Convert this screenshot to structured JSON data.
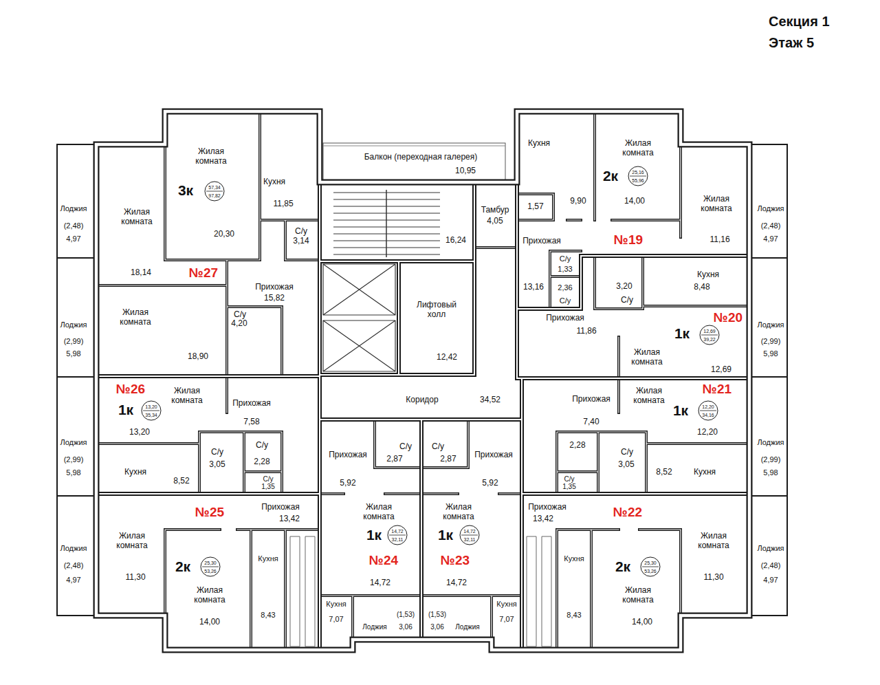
{
  "diagram": {
    "title": "Секция 1 Этаж 5",
    "nodes": [
      {
        "text": [
          "Лоджия",
          "(2,48)",
          "4,97"
        ]
      },
      {
        "text": [
          "Лоджия",
          "(2,99)",
          "5,98"
        ]
      },
      {
        "text": [
          "Лоджия",
          "(2,99)",
          "5,98"
        ]
      },
      {
        "text": [
          "Лоджия",
          "(2,48)",
          "4,97"
        ]
      },
      {
        "text": [
          "Жилая комната",
          "18,14"
        ]
      },
      {
        "text": [
          "Жилая комната",
          "20,30"
        ]
      },
      {
        "text": [
          "57,34",
          "97,82"
        ],
        "in": 5
      },
      {
        "text": [
          "Кухня",
          "11,85"
        ]
      },
      {
        "text": [
          "С/у",
          "3,14"
        ]
      },
      {
        "text": [
          "Прихожая",
          "15,82"
        ]
      },
      {
        "text": [
          "С/у",
          "4,20"
        ]
      },
      {
        "text": [
          "Жилая комната",
          "18,90"
        ]
      },
      {
        "text": [
          "Балкон (переходная галерея)",
          "10,95"
        ]
      },
      {
        "text": [
          "16,24"
        ]
      },
      {
        "text": [
          "Тамбур",
          "4,05"
        ]
      },
      {
        "text": [
          "Лифтовый холл",
          "12,42"
        ]
      },
      {
        "text": [
          "Кухня",
          "9,90"
        ]
      },
      {
        "text": [
          "1,57"
        ]
      },
      {
        "text": [
          "Жилая комната",
          "14,00"
        ]
      },
      {
        "text": [
          "25,16",
          "55,96"
        ],
        "in": 18
      },
      {
        "text": [
          "Жилая комната",
          "11,16"
        ]
      },
      {
        "text": [
          "Прихожая",
          "13,16"
        ]
      },
      {
        "text": [
          "С/у",
          "1,33"
        ]
      },
      {
        "text": [
          "2,36",
          "С/у"
        ]
      },
      {
        "text": [
          "3,20",
          "С/у"
        ]
      },
      {
        "text": [
          "Кухня",
          "8,48"
        ]
      },
      {
        "text": [
          "Прихожая",
          "11,86"
        ]
      },
      {
        "text": [
          "Жилая комната",
          "12,69"
        ]
      },
      {
        "text": [
          "12,69",
          "39,22"
        ],
        "in": 27
      },
      {
        "text": [
          "Жилая комната",
          "13,20"
        ]
      },
      {
        "text": [
          "13,20",
          "35,34"
        ],
        "in": 29
      },
      {
        "text": [
          "Прихожая",
          "7,58"
        ]
      },
      {
        "text": [
          "Коридор",
          "34,52"
        ]
      },
      {
        "text": [
          "Прихожая",
          "7,40"
        ]
      },
      {
        "text": [
          "Жилая комната",
          "12,20"
        ]
      },
      {
        "text": [
          "12,20",
          "34,16"
        ],
        "in": 34
      },
      {
        "text": [
          "С/у",
          "3,05"
        ]
      },
      {
        "text": [
          "С/у",
          "2,28"
        ]
      },
      {
        "text": [
          "С/у",
          "1,35"
        ]
      },
      {
        "text": [
          "Кухня",
          "8,52"
        ]
      },
      {
        "text": [
          "Прихожая",
          "5,92"
        ]
      },
      {
        "text": [
          "С/у",
          "2,87"
        ]
      },
      {
        "text": [
          "С/у",
          "2,87"
        ]
      },
      {
        "text": [
          "Прихожая",
          "5,92"
        ]
      },
      {
        "text": [
          "2,28"
        ]
      },
      {
        "text": [
          "С/у",
          "3,05"
        ]
      },
      {
        "text": [
          "С/у",
          "1,35"
        ]
      },
      {
        "text": [
          "8,52",
          "Кухня"
        ]
      },
      {
        "text": [
          "Жилая комната",
          "11,30"
        ]
      },
      {
        "text": [
          "Прихожая",
          "13,42"
        ]
      },
      {
        "text": [
          "Прихожая",
          "13,42"
        ]
      },
      {
        "text": [
          "Жилая комната",
          "11,30"
        ]
      },
      {
        "text": [
          "Жилая комната",
          "14,72"
        ]
      },
      {
        "text": [
          "14,72",
          "32,11"
        ],
        "in": 52
      },
      {
        "text": [
          "Жилая комната",
          "14,72"
        ]
      },
      {
        "text": [
          "14,72",
          "32,11"
        ],
        "in": 54
      },
      {
        "text": [
          "Жилая комната",
          "14,00"
        ]
      },
      {
        "text": [
          "25,30",
          "53,26"
        ],
        "in": 56
      },
      {
        "text": [
          "Кухня",
          "8,43"
        ]
      },
      {
        "text": [
          "Кухня",
          "8,43"
        ]
      },
      {
        "text": [
          "Жилая комната",
          "14,00"
        ]
      },
      {
        "text": [
          "25,30",
          "53,26"
        ],
        "in": 60
      },
      {
        "text": [
          "Кухня",
          "7,07"
        ]
      },
      {
        "text": [
          "(1,53)",
          "Лоджия",
          "3,06"
        ]
      },
      {
        "text": [
          "(1,53)",
          "3,06",
          "Лоджия"
        ]
      },
      {
        "text": [
          "Кухня",
          "7,07"
        ]
      },
      {
        "text": [
          "Лоджия",
          "(2,48)",
          "4,97"
        ]
      },
      {
        "text": [
          "Лоджия",
          "(2,99)",
          "5,98"
        ]
      },
      {
        "text": [
          "Лоджия",
          "(2,99)",
          "5,98"
        ]
      },
      {
        "text": [
          "Лоджия",
          "(2,48)",
          "4,97"
        ]
      }
    ],
    "labels": [
      "3к",
      "2к",
      "№27",
      "№19",
      "№20",
      "1к",
      "№26",
      "№21",
      "1к",
      "1к",
      "№25",
      "№22",
      "1к",
      "1к",
      "№24",
      "№23",
      "2к",
      "2к"
    ]
  }
}
